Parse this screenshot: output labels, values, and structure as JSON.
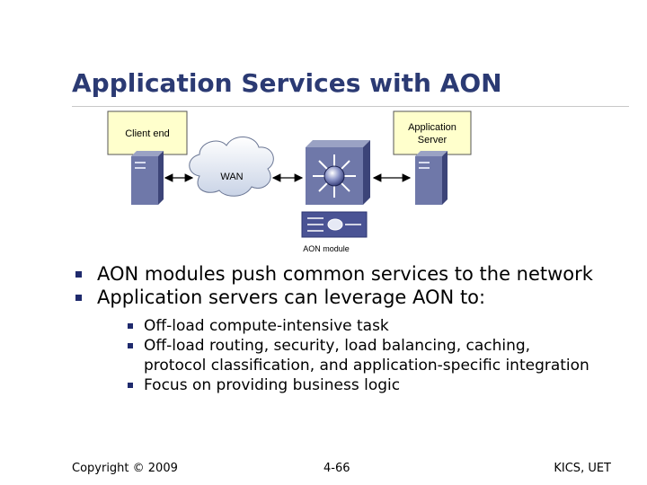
{
  "slide": {
    "title": "Application Services with AON",
    "diagram": {
      "client_label": "Client end",
      "server_label_line1": "Application",
      "server_label_line2": "Server",
      "wan_label": "WAN",
      "aon_module_label": "AON module"
    },
    "bullets": [
      "AON modules push common services to the network",
      "Application servers can leverage AON to:"
    ],
    "sub_bullets": [
      "Off-load compute-intensive task",
      "Off-load routing, security, load balancing, caching, protocol classification, and application-specific integration",
      "Focus on providing business logic"
    ],
    "footer": {
      "left": "Copyright © 2009",
      "center": "4-66",
      "right": "KICS, UET"
    }
  }
}
